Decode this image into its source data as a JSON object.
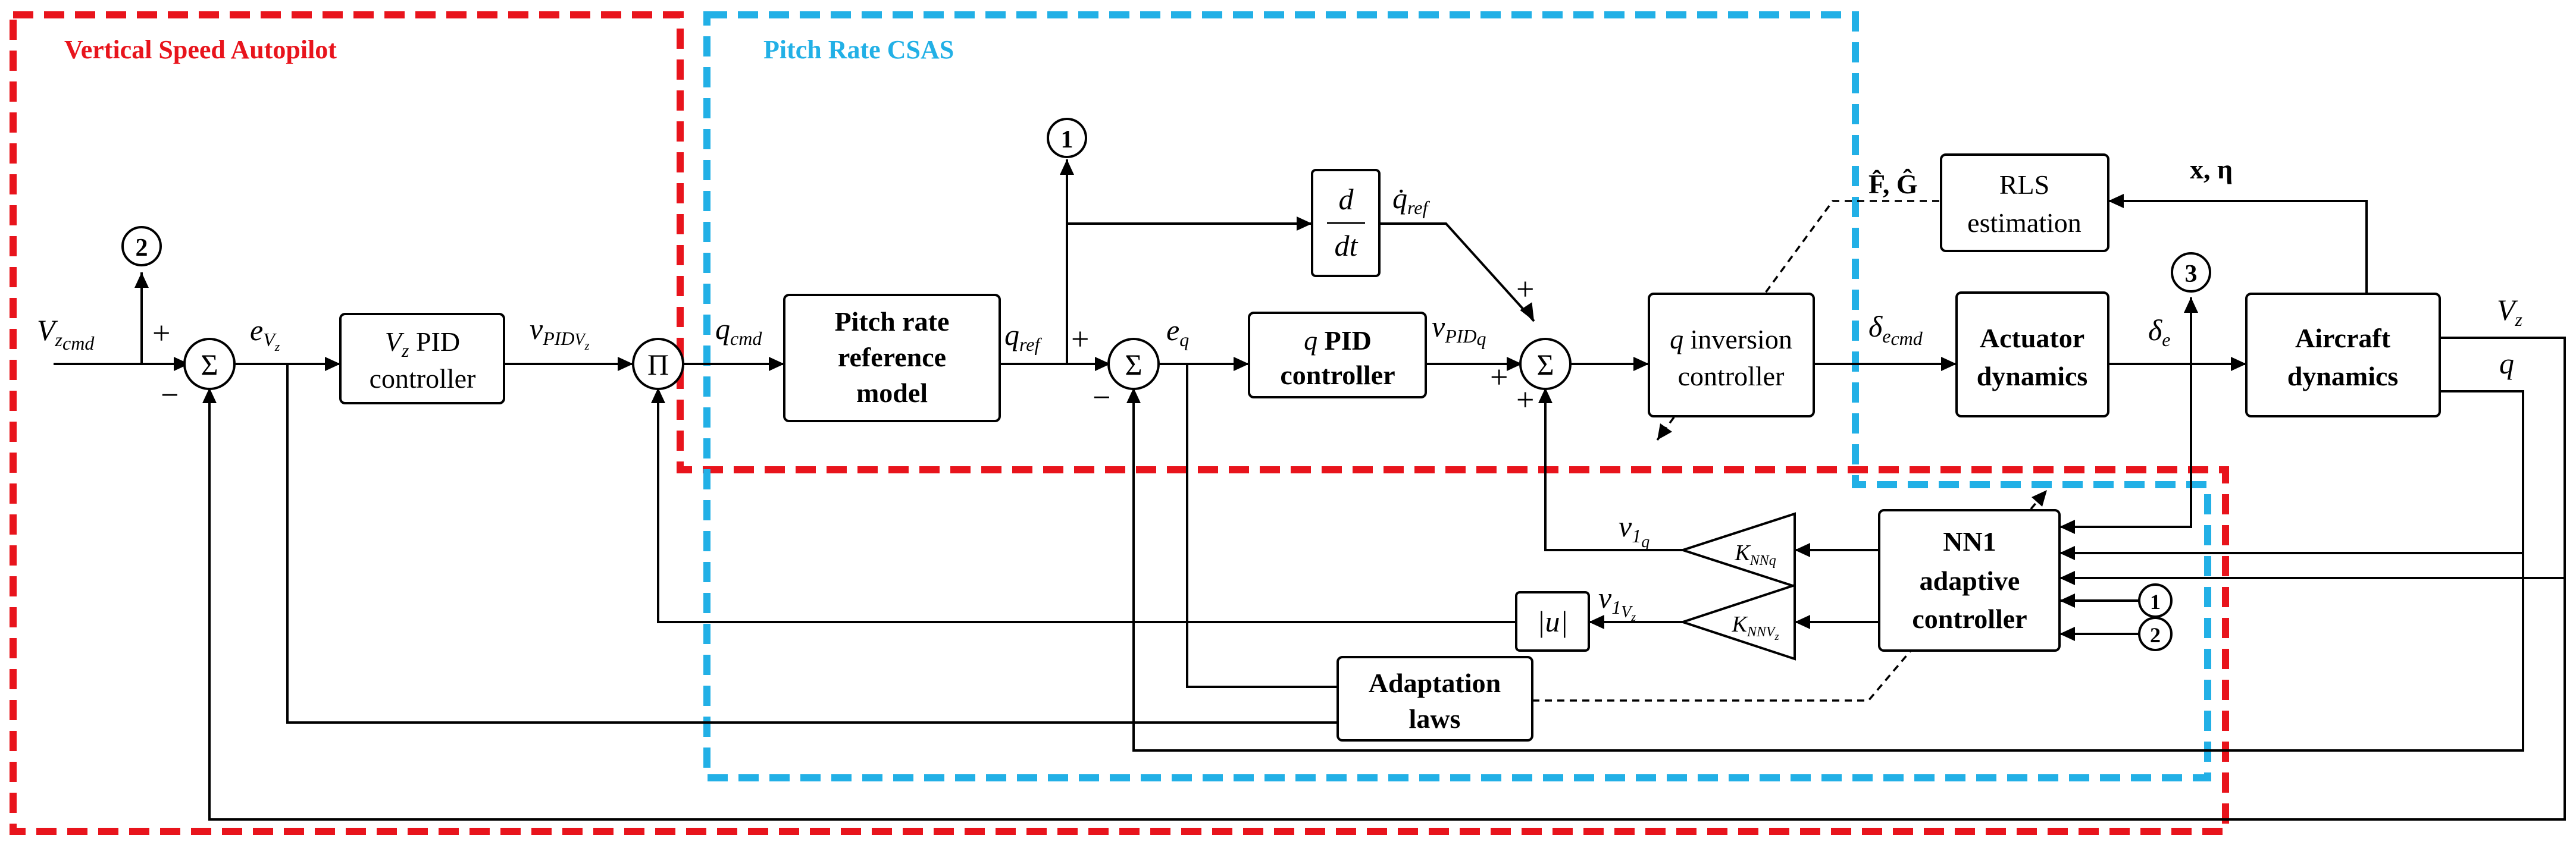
{
  "colors": {
    "autopilot": "#e8141c",
    "csas": "#22b0e6",
    "ink": "#000000"
  },
  "regions": {
    "autopilot": "Vertical Speed Autopilot",
    "csas": "Pitch Rate CSAS"
  },
  "connectors": {
    "one": "1",
    "two": "2",
    "three": "3"
  },
  "symbols": {
    "sum": "Σ",
    "product": "Π",
    "plus": "+",
    "minus": "−"
  },
  "blocks": {
    "vz_pid": [
      "V",
      "z",
      " PID",
      "controller"
    ],
    "pitch_ref": [
      "Pitch rate",
      "reference",
      "model"
    ],
    "q_pid": [
      "q",
      " PID",
      "controller"
    ],
    "derivative": [
      "d",
      "dt"
    ],
    "q_inversion": [
      "q",
      " inversion",
      "controller"
    ],
    "actuator": [
      "Actuator",
      "dynamics"
    ],
    "aircraft": [
      "Aircraft",
      "dynamics"
    ],
    "rls": [
      "RLS",
      "estimation"
    ],
    "nn1": [
      "NN1",
      "adaptive",
      "controller"
    ],
    "adaptation": [
      "Adaptation",
      "laws"
    ],
    "abs": "|u|",
    "gain_q": [
      "K",
      "NN",
      "q"
    ],
    "gain_vz": [
      "K",
      "NN",
      "V",
      "z"
    ]
  },
  "signals": {
    "vz_cmd": [
      "V",
      "z",
      "cmd"
    ],
    "e_vz": [
      "e",
      "V",
      "z"
    ],
    "v_pid_vz": [
      "ν",
      "PID",
      "V",
      "z"
    ],
    "q_cmd": [
      "q",
      "cmd"
    ],
    "q_ref": [
      "q",
      "ref"
    ],
    "e_q": [
      "e",
      "q"
    ],
    "v_pid_q": [
      "ν",
      "PID",
      "q"
    ],
    "q_dot_ref": [
      "q̇",
      "ref"
    ],
    "delta_e_cmd": [
      "δ",
      "e",
      "cmd"
    ],
    "delta_e": [
      "δ",
      "e"
    ],
    "vz_out": [
      "V",
      "z"
    ],
    "q_out": "q",
    "f_g_hat": "F̂, Ĝ",
    "x_eta": "x, η",
    "v1_q": [
      "ν",
      "1",
      "q"
    ],
    "v1_vz": [
      "ν",
      "1",
      "V",
      "z"
    ]
  }
}
